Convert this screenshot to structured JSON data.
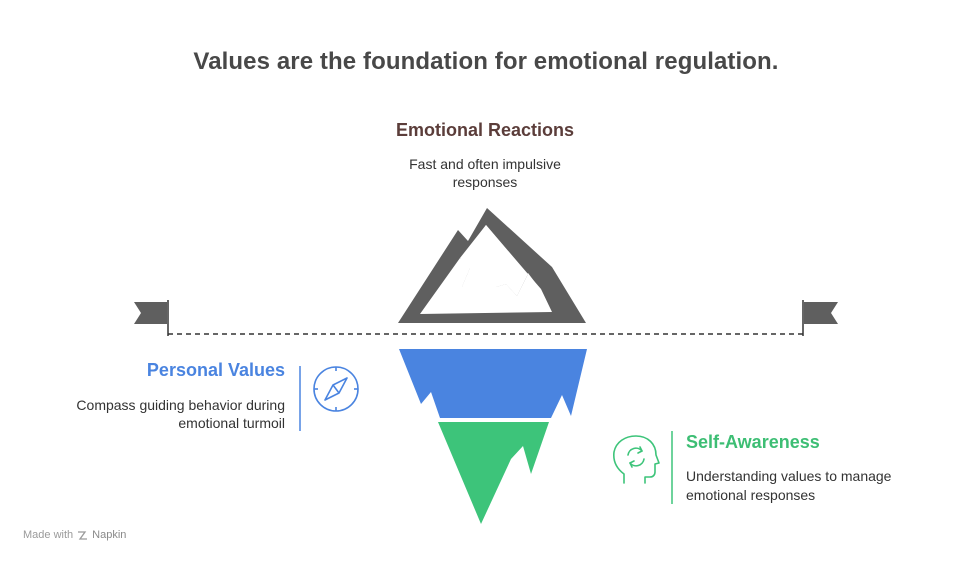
{
  "title": "Values are the foundation for emotional regulation.",
  "sections": {
    "top": {
      "heading": "Emotional Reactions",
      "description": "Fast and often impulsive responses"
    },
    "left": {
      "heading": "Personal Values",
      "description": "Compass guiding behavior during emotional turmoil",
      "icon": "compass-icon"
    },
    "right": {
      "heading": "Self-Awareness",
      "description": "Understanding values to manage emotional responses",
      "icon": "head-cycle-icon"
    }
  },
  "footer": {
    "made_with": "Made with",
    "brand": "Napkin"
  },
  "colors": {
    "mountain": "#5f5f5f",
    "blue": "#4a84e0",
    "green": "#3dc47a",
    "line": "#333333",
    "top_heading": "#5b3d3a"
  }
}
